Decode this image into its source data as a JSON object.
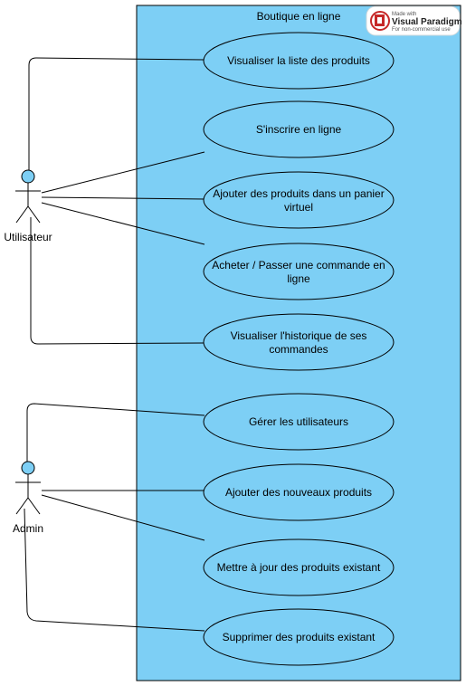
{
  "system": {
    "title": "Boutique en ligne",
    "fill": "#7dcff5"
  },
  "watermark": {
    "made_with": "Made with",
    "brand": "Visual Paradigm",
    "note": "For non-commercial use"
  },
  "actors": [
    {
      "id": "utilisateur",
      "label": "Utilisateur"
    },
    {
      "id": "admin",
      "label": "Admin"
    }
  ],
  "use_cases": [
    {
      "id": "uc1",
      "lines": [
        "Visualiser la liste des produits"
      ]
    },
    {
      "id": "uc2",
      "lines": [
        "S'inscrire en ligne"
      ]
    },
    {
      "id": "uc3",
      "lines": [
        "Ajouter des produits dans un panier",
        "virtuel"
      ]
    },
    {
      "id": "uc4",
      "lines": [
        "Acheter / Passer une commande en",
        "ligne"
      ]
    },
    {
      "id": "uc5",
      "lines": [
        "Visualiser l'historique de ses",
        "commandes"
      ]
    },
    {
      "id": "uc6",
      "lines": [
        "Gérer les utilisateurs"
      ]
    },
    {
      "id": "uc7",
      "lines": [
        "Ajouter des nouveaux produits"
      ]
    },
    {
      "id": "uc8",
      "lines": [
        "Mettre à jour des produits existant"
      ]
    },
    {
      "id": "uc9",
      "lines": [
        "Supprimer des produits existant"
      ]
    }
  ],
  "colors": {
    "usecase_fill": "#7dcff5",
    "actor_head": "#7dcff5",
    "stroke": "#000000"
  }
}
